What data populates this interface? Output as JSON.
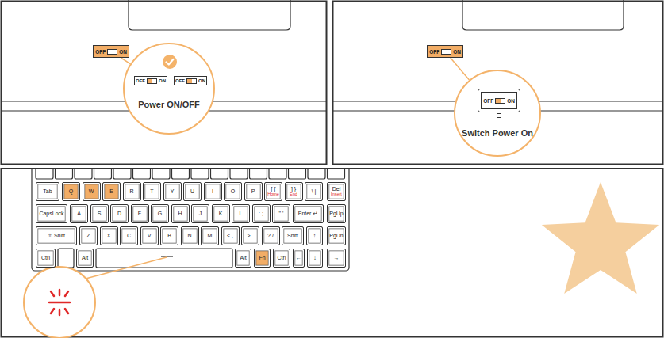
{
  "diagram": {
    "nodes": [
      {
        "text": [
          "OFF",
          "ON"
        ]
      },
      {
        "text": [
          "Power ON/OFF"
        ]
      },
      {
        "text": [
          "OFF",
          "ON"
        ],
        "in": 1
      },
      {
        "text": [
          "OFF",
          "ON"
        ],
        "in": 1
      },
      {
        "text": [
          "OFF",
          "ON"
        ]
      },
      {
        "text": [
          "Switch Power On"
        ]
      },
      {
        "text": [
          "OFF",
          "ON"
        ],
        "in": 5
      },
      {
        "text": [
          "Tab"
        ]
      },
      {
        "text": [
          "Q"
        ]
      },
      {
        "text": [
          "W"
        ]
      },
      {
        "text": [
          "E"
        ]
      },
      {
        "text": [
          "R"
        ]
      },
      {
        "text": [
          "T"
        ]
      },
      {
        "text": [
          "Y"
        ]
      },
      {
        "text": [
          "U"
        ]
      },
      {
        "text": [
          "I"
        ]
      },
      {
        "text": [
          "O"
        ]
      },
      {
        "text": [
          "P"
        ]
      },
      {
        "text": [
          "[ {",
          "Home"
        ]
      },
      {
        "text": [
          "] }",
          "End"
        ]
      },
      {
        "text": [
          "\\ |"
        ]
      },
      {
        "text": [
          "Del",
          "Insert"
        ]
      },
      {
        "text": [
          "CapsLock"
        ]
      },
      {
        "text": [
          "A"
        ]
      },
      {
        "text": [
          "S"
        ]
      },
      {
        "text": [
          "D"
        ]
      },
      {
        "text": [
          "F"
        ]
      },
      {
        "text": [
          "G"
        ]
      },
      {
        "text": [
          "H"
        ]
      },
      {
        "text": [
          "J"
        ]
      },
      {
        "text": [
          "K"
        ]
      },
      {
        "text": [
          "L"
        ]
      },
      {
        "text": [
          ": ;"
        ]
      },
      {
        "text": [
          "\" '"
        ]
      },
      {
        "text": [
          "Enter ↵"
        ]
      },
      {
        "text": [
          "PgUp"
        ]
      },
      {
        "text": [
          "⇧ Shift"
        ]
      },
      {
        "text": [
          "Z"
        ]
      },
      {
        "text": [
          "X"
        ]
      },
      {
        "text": [
          "C"
        ]
      },
      {
        "text": [
          "V"
        ]
      },
      {
        "text": [
          "B"
        ]
      },
      {
        "text": [
          "N"
        ]
      },
      {
        "text": [
          "M"
        ]
      },
      {
        "text": [
          "< ,"
        ]
      },
      {
        "text": [
          "> ."
        ]
      },
      {
        "text": [
          "? /"
        ]
      },
      {
        "text": [
          "Shift"
        ]
      },
      {
        "text": [
          "↑"
        ]
      },
      {
        "text": [
          "PgDn"
        ]
      },
      {
        "text": [
          "Ctrl"
        ]
      },
      {
        "text": [
          "Alt"
        ]
      },
      {
        "text": [
          "Alt"
        ]
      },
      {
        "text": [
          "Fn"
        ]
      },
      {
        "text": [
          "Ctrl"
        ]
      },
      {
        "text": [
          "←"
        ]
      },
      {
        "text": [
          "↓"
        ]
      },
      {
        "text": [
          "→"
        ]
      }
    ],
    "edges": [
      {
        "from": 0,
        "to": 1,
        "arrow": "none"
      },
      {
        "from": 4,
        "to": 5,
        "arrow": "none"
      }
    ]
  }
}
